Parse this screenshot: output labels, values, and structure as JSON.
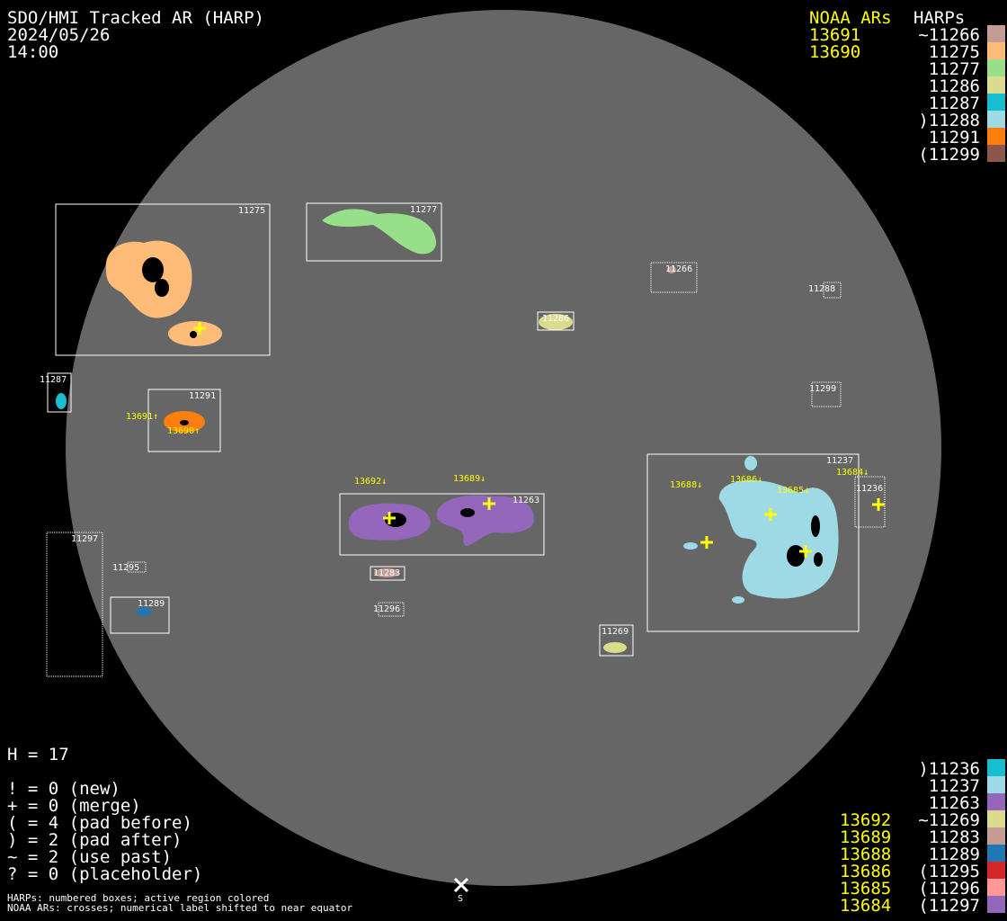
{
  "header": {
    "title": "SDO/HMI Tracked AR (HARP)",
    "date": "2024/05/26",
    "time": "14:00"
  },
  "top_legend": {
    "noaa_heading": "NOAA ARs",
    "harp_heading": "HARPs",
    "noaa": [
      "13691",
      "13690"
    ],
    "harps": [
      {
        "label": "~11266",
        "color": "#c49c94"
      },
      {
        "label": "11275",
        "color": "#ffbb78"
      },
      {
        "label": "11277",
        "color": "#98df8a"
      },
      {
        "label": "11286",
        "color": "#dbdb8d"
      },
      {
        "label": "11287",
        "color": "#17becf"
      },
      {
        "label": ")11288",
        "color": "#9edae5"
      },
      {
        "label": "11291",
        "color": "#ff7f0e"
      },
      {
        "label": "(11299",
        "color": "#8c564b"
      }
    ]
  },
  "bottom_legend": {
    "noaa": [
      "",
      "",
      "",
      "13692",
      "13689",
      "13688",
      "13686",
      "13685",
      "13684"
    ],
    "harps": [
      {
        "label": ")11236",
        "color": "#17becf"
      },
      {
        "label": "11237",
        "color": "#9edae5"
      },
      {
        "label": "11263",
        "color": "#9467bd"
      },
      {
        "label": "~11269",
        "color": "#dbdb8d"
      },
      {
        "label": "11283",
        "color": "#c49c94"
      },
      {
        "label": "11289",
        "color": "#1f77b4"
      },
      {
        "label": "(11295",
        "color": "#d62728"
      },
      {
        "label": "(11296",
        "color": "#ff9896"
      },
      {
        "label": "(11297",
        "color": "#9467bd"
      }
    ]
  },
  "stats": {
    "h": "H = 17",
    "lines": [
      "! = 0 (new)",
      "+ = 0 (merge)",
      "( = 4 (pad before)",
      ") = 2 (pad after)",
      "~ = 2 (use past)",
      "? = 0 (placeholder)"
    ]
  },
  "notes": [
    "HARPs: numbered boxes; active region colored",
    "NOAA ARs: crosses; numerical label shifted to near equator"
  ],
  "south_label": "S",
  "harp_boxes": {
    "b11275": "11275",
    "b11277": "11277",
    "b11266": "11266",
    "b11286": "11286",
    "b11288": "11288",
    "b11287": "11287",
    "b11291": "11291",
    "b11299": "11299",
    "b11237": "11237",
    "b11236": "11236",
    "b11263": "11263",
    "b11297": "11297",
    "b11295": "11295",
    "b11283": "11283",
    "b11289": "11289",
    "b11296": "11296",
    "b11269": "11269"
  },
  "noaa_labels": {
    "n13691": "13691↑",
    "n13690": "13690↑",
    "n13692": "13692↓",
    "n13689": "13689↓",
    "n13688": "13688↓",
    "n13686": "13686↓",
    "n13685": "13685↓",
    "n13684": "13684↓"
  }
}
